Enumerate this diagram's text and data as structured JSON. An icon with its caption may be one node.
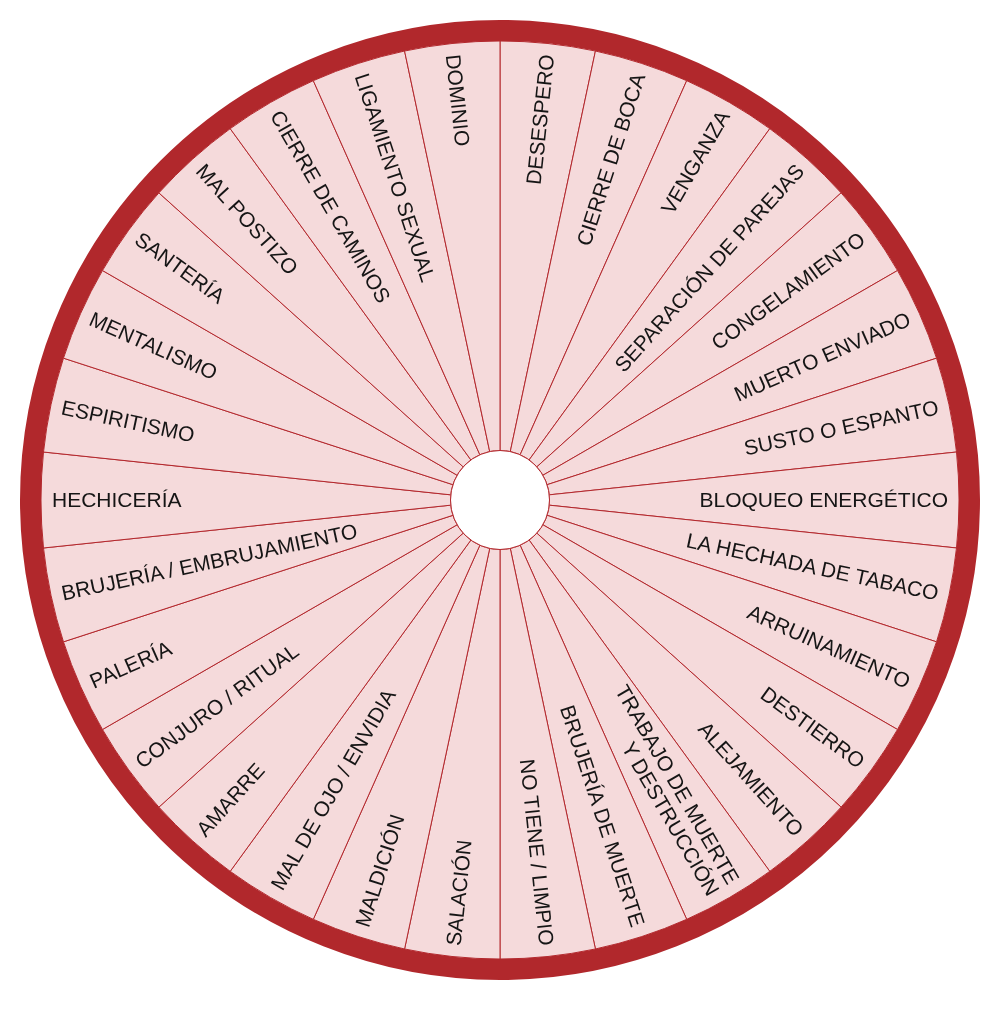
{
  "diagram": {
    "nodes": [
      {
        "text": [
          "DESESPERO"
        ]
      },
      {
        "text": [
          "CIERRE DE BOCA"
        ]
      },
      {
        "text": [
          "VENGANZA"
        ]
      },
      {
        "text": [
          "SEPARACIÓN DE PAREJAS"
        ]
      },
      {
        "text": [
          "CONGELAMIENTO"
        ]
      },
      {
        "text": [
          "MUERTO ENVIADO"
        ]
      },
      {
        "text": [
          "SUSTO O ESPANTO"
        ]
      },
      {
        "text": [
          "BLOQUEO ENERGÉTICO"
        ]
      },
      {
        "text": [
          "LA HECHADA DE TABACO"
        ]
      },
      {
        "text": [
          "ARRUINAMIENTO"
        ]
      },
      {
        "text": [
          "DESTIERRO"
        ]
      },
      {
        "text": [
          "ALEJAMIENTO"
        ]
      },
      {
        "text": [
          "TRABAJO DE MUERTE Y DESTRUCCIÓN"
        ]
      },
      {
        "text": [
          "BRUJERÍA DE MUERTE"
        ]
      },
      {
        "text": [
          "NO TIENE / LIMPIO"
        ]
      },
      {
        "text": [
          "SALACIÓN"
        ]
      },
      {
        "text": [
          "MALDICIÓN"
        ]
      },
      {
        "text": [
          "MAL DE OJO / ENVIDIA"
        ]
      },
      {
        "text": [
          "AMARRE"
        ]
      },
      {
        "text": [
          "CONJURO / RITUAL"
        ]
      },
      {
        "text": [
          "PALERÍA"
        ]
      },
      {
        "text": [
          "BRUJERÍA / EMBRUJAMIENTO"
        ]
      },
      {
        "text": [
          "HECHICERÍA"
        ]
      },
      {
        "text": [
          "ESPIRITISMO"
        ]
      },
      {
        "text": [
          "MENTALISMO"
        ]
      },
      {
        "text": [
          "SANTERÍA"
        ]
      },
      {
        "text": [
          "MAL POSTIZO"
        ]
      },
      {
        "text": [
          "CIERRE DE CAMINOS"
        ]
      },
      {
        "text": [
          "LIGAMIENTO SEXUAL"
        ]
      },
      {
        "text": [
          "DOMINIO"
        ]
      },
      {
        "text": [],
        "shape": "circle"
      }
    ]
  }
}
